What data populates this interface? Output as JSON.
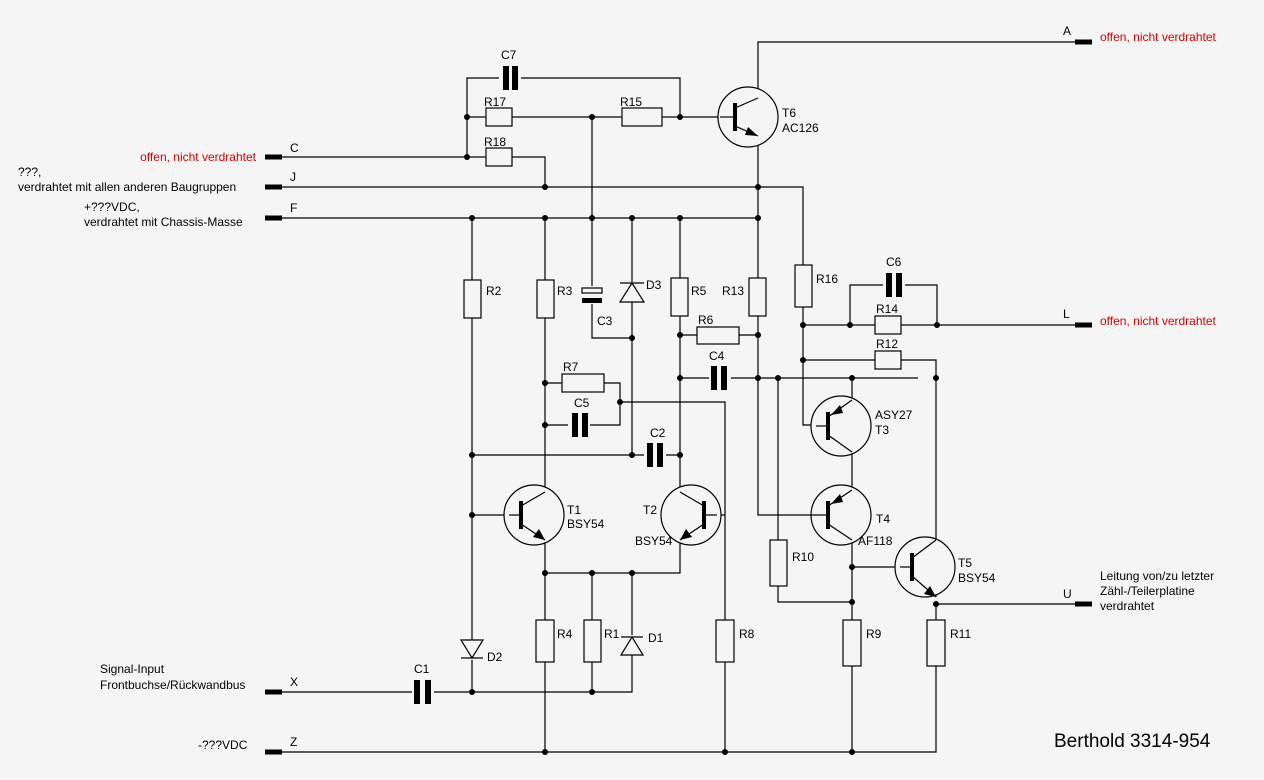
{
  "title": "Berthold 3314-954",
  "terminals": {
    "A": {
      "letter": "A",
      "note": "offen, nicht verdrahtet"
    },
    "C": {
      "letter": "C",
      "note": "offen, nicht verdrahtet"
    },
    "J": {
      "letter": "J",
      "note_line1": "???,",
      "note_line2": "verdrahtet mit allen anderen Baugruppen"
    },
    "F": {
      "letter": "F",
      "note_line1": "+???VDC,",
      "note_line2": "verdrahtet mit Chassis-Masse"
    },
    "L": {
      "letter": "L",
      "note": "offen, nicht verdrahtet"
    },
    "U": {
      "letter": "U",
      "note_line1": "Leitung von/zu letzter",
      "note_line2": "Zähl-/Teilerplatine",
      "note_line3": "verdrahtet"
    },
    "X": {
      "letter": "X",
      "note_line1": "Signal-Input",
      "note_line2": "Frontbuchse/Rückwandbus"
    },
    "Z": {
      "letter": "Z",
      "note": "-???VDC"
    }
  },
  "resistors": {
    "R1": "R1",
    "R2": "R2",
    "R3": "R3",
    "R4": "R4",
    "R5": "R5",
    "R6": "R6",
    "R7": "R7",
    "R8": "R8",
    "R9": "R9",
    "R10": "R10",
    "R11": "R11",
    "R12": "R12",
    "R13": "R13",
    "R14": "R14",
    "R15": "R15",
    "R16": "R16",
    "R17": "R17",
    "R18": "R18"
  },
  "capacitors": {
    "C1": "C1",
    "C2": "C2",
    "C3": "C3",
    "C4": "C4",
    "C5": "C5",
    "C6": "C6",
    "C7": "C7"
  },
  "diodes": {
    "D1": "D1",
    "D2": "D2",
    "D3": "D3"
  },
  "transistors": {
    "T1": {
      "ref": "T1",
      "type": "BSY54"
    },
    "T2": {
      "ref": "T2",
      "type": "BSY54"
    },
    "T3": {
      "ref": "T3",
      "type": "ASY27"
    },
    "T4": {
      "ref": "T4",
      "type": "AF118"
    },
    "T5": {
      "ref": "T5",
      "type": "BSY54"
    },
    "T6": {
      "ref": "T6",
      "type": "AC126"
    }
  }
}
